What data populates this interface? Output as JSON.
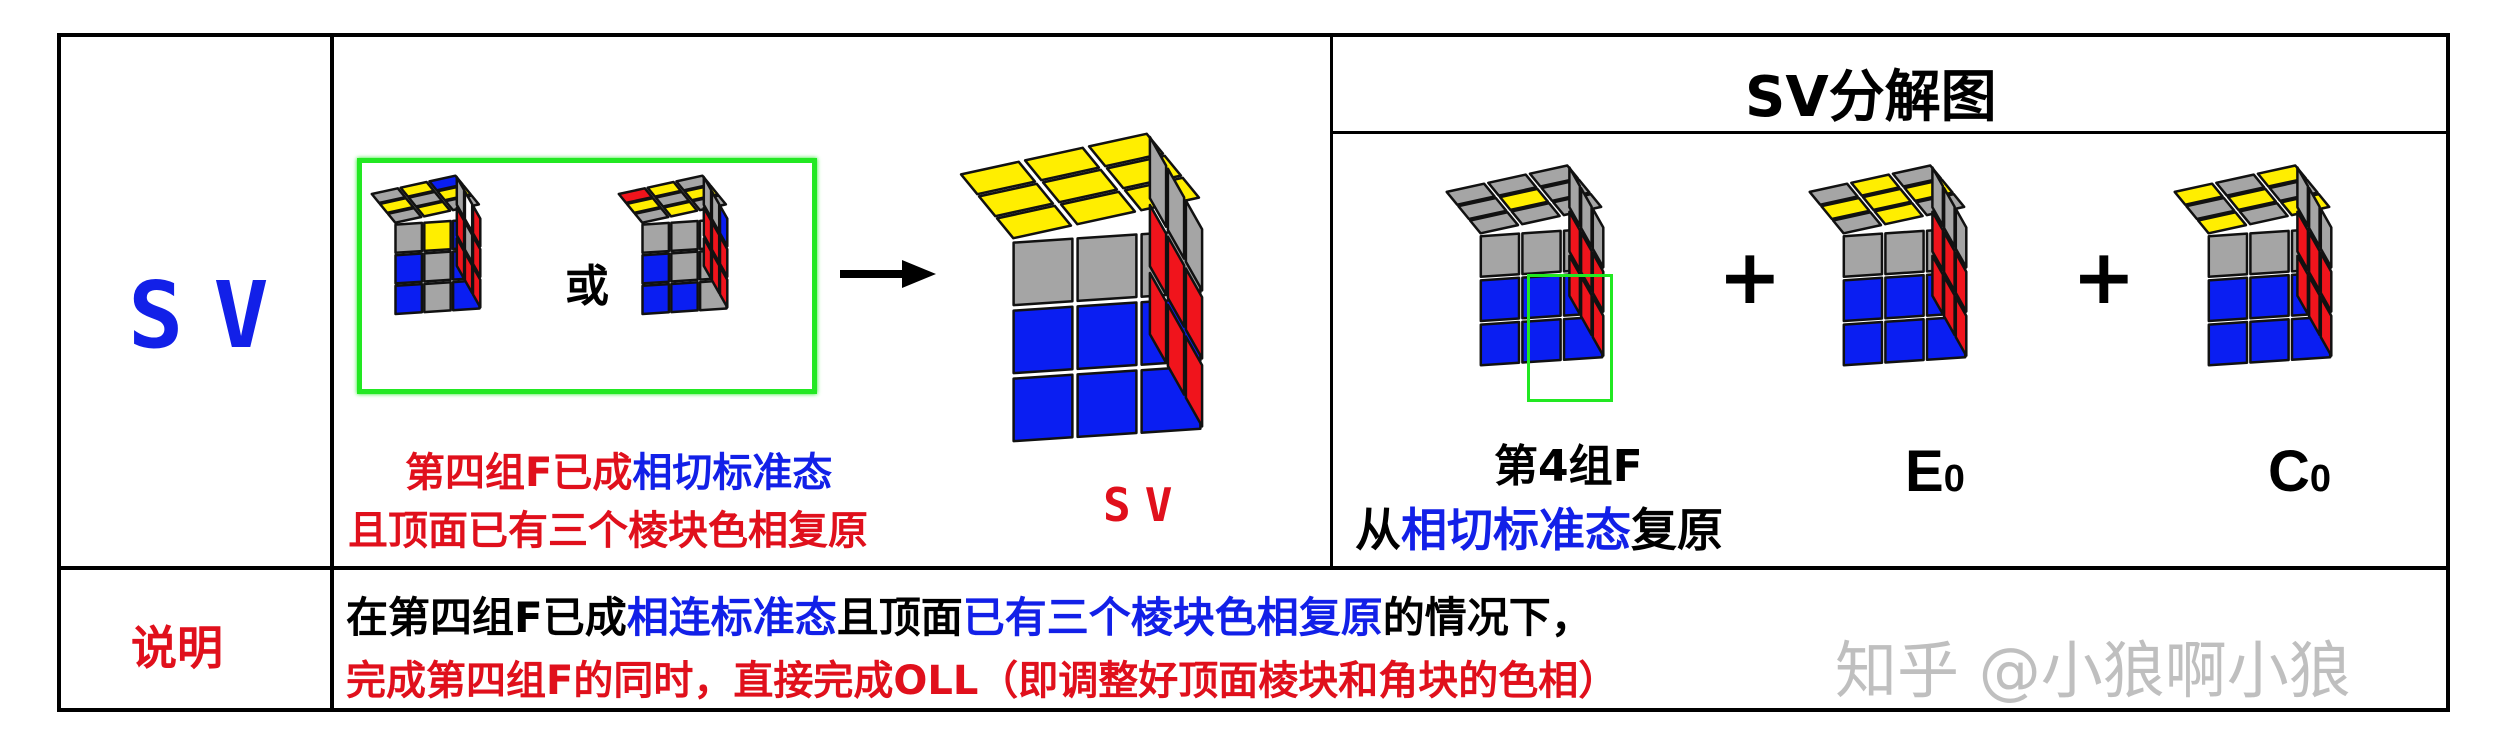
{
  "row_title": "SV",
  "case_caption": {
    "line1_a": "第四组F已成",
    "line1_b": "相切标准态",
    "line2": "且顶面已有三个棱块色相复原"
  },
  "or_label": "或",
  "result_label": "SV",
  "decomp": {
    "header": "SV分解图",
    "plus": "+",
    "item1_label": "第4组F",
    "item1_sub_a": "从",
    "item1_sub_b": "相切标准态",
    "item1_sub_c": "复原",
    "item2_main": "E",
    "item2_sub": "0",
    "item3_main": "C",
    "item3_sub": "0"
  },
  "explain": {
    "label": "说明",
    "line1_a": "在第四组F已成",
    "line1_b": "相连标准态",
    "line1_c": "且顶面",
    "line1_d": "已有三个棱块色相复原",
    "line1_e": "的情况下，",
    "line2": "完成第四组F的同时，直接完成OLL（即调整好顶面棱块和角块的色相）"
  },
  "watermark": "知乎 @小狼啊小狼",
  "colors": {
    "yellow": "#ffee00",
    "gray": "#a5a5a5",
    "blue": "#0a1ef2",
    "red": "#f0141c",
    "white": "#ffffff",
    "frame_green": "#22e822",
    "label_red": "#e0101c",
    "label_blue": "#1220e8"
  },
  "cubes": {
    "small_a": {
      "top": [
        "gray",
        "yellow",
        "blue",
        "yellow",
        "gray",
        "yellow",
        "gray",
        "yellow",
        "gray"
      ],
      "left": [
        "gray",
        "yellow",
        "blue",
        "blue",
        "gray",
        "blue",
        "blue",
        "gray",
        "blue"
      ],
      "right": [
        "red",
        "white",
        "gray",
        "red",
        "gray",
        "red",
        "red",
        "red",
        "red"
      ]
    },
    "small_b": {
      "top": [
        "red",
        "yellow",
        "gray",
        "yellow",
        "gray",
        "yellow",
        "gray",
        "yellow",
        "gray"
      ],
      "left": [
        "gray",
        "gray",
        "white",
        "blue",
        "gray",
        "gray",
        "blue",
        "blue",
        "gray"
      ],
      "right": [
        "blue",
        "gray",
        "gray",
        "red",
        "red",
        "red",
        "red",
        "red",
        "red"
      ]
    },
    "result": {
      "top": [
        "yellow",
        "yellow",
        "yellow",
        "yellow",
        "yellow",
        "yellow",
        "yellow",
        "yellow",
        "yellow"
      ],
      "left": [
        "gray",
        "gray",
        "gray",
        "blue",
        "blue",
        "blue",
        "blue",
        "blue",
        "blue"
      ],
      "right": [
        "gray",
        "gray",
        "gray",
        "red",
        "red",
        "red",
        "red",
        "red",
        "red"
      ]
    },
    "d1": {
      "top": [
        "gray",
        "gray",
        "gray",
        "gray",
        "yellow",
        "gray",
        "gray",
        "gray",
        "gray"
      ],
      "left": [
        "gray",
        "gray",
        "gray",
        "blue",
        "blue",
        "blue",
        "blue",
        "blue",
        "blue"
      ],
      "right": [
        "gray",
        "gray",
        "gray",
        "red",
        "red",
        "red",
        "red",
        "red",
        "red"
      ]
    },
    "d2": {
      "top": [
        "gray",
        "yellow",
        "gray",
        "yellow",
        "yellow",
        "yellow",
        "gray",
        "yellow",
        "gray"
      ],
      "left": [
        "gray",
        "gray",
        "gray",
        "blue",
        "blue",
        "blue",
        "blue",
        "blue",
        "blue"
      ],
      "right": [
        "gray",
        "gray",
        "gray",
        "red",
        "red",
        "red",
        "red",
        "red",
        "red"
      ]
    },
    "d3": {
      "top": [
        "yellow",
        "gray",
        "yellow",
        "gray",
        "yellow",
        "gray",
        "yellow",
        "gray",
        "yellow"
      ],
      "left": [
        "gray",
        "gray",
        "gray",
        "blue",
        "blue",
        "blue",
        "blue",
        "blue",
        "blue"
      ],
      "right": [
        "gray",
        "gray",
        "gray",
        "red",
        "red",
        "red",
        "red",
        "red",
        "red"
      ]
    }
  }
}
